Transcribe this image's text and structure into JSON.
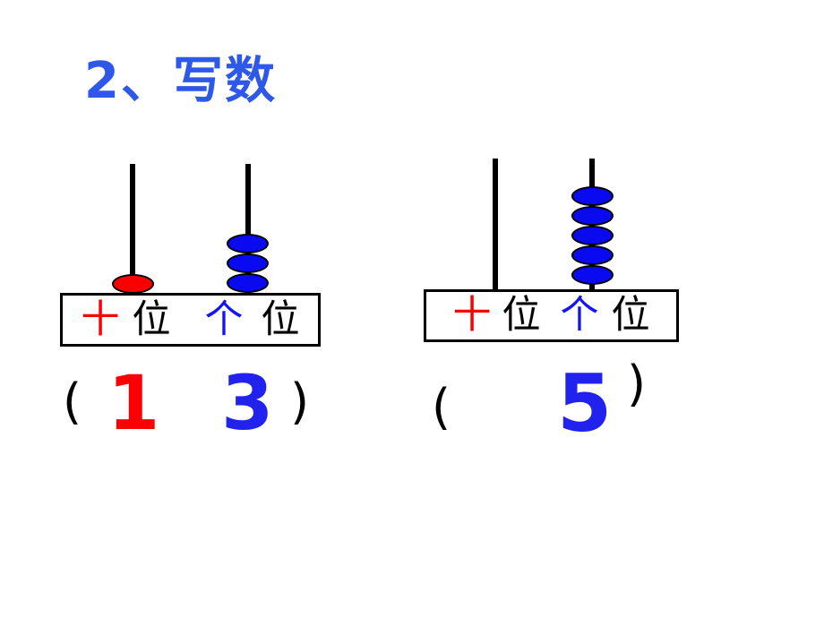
{
  "title": "2、写数",
  "colors": {
    "title_blue": "#2e59e8",
    "red": "#fb0000",
    "digit_blue": "#2222ee",
    "label_blue": "#1515f2",
    "bead_blue": "#0a0af0",
    "bead_red": "#fb0000",
    "black": "#000000"
  },
  "abacuses": [
    {
      "side": "left",
      "rods": [
        {
          "place": "tens",
          "bead_count": 1,
          "bead_color": "#fb0000"
        },
        {
          "place": "ones",
          "bead_count": 3,
          "bead_color": "#0a0af0"
        }
      ],
      "place_labels": {
        "tens": "十",
        "tens_unit": "位",
        "ones": "个",
        "ones_unit": "位"
      },
      "answer": {
        "open_paren": "(",
        "tens_digit": "1",
        "ones_digit": "3",
        "close_paren": ")"
      }
    },
    {
      "side": "right",
      "rods": [
        {
          "place": "tens",
          "bead_count": 0,
          "bead_color": "#0a0af0"
        },
        {
          "place": "ones",
          "bead_count": 5,
          "bead_color": "#0a0af0"
        }
      ],
      "place_labels": {
        "tens": "十",
        "tens_unit": "位",
        "ones": "个",
        "ones_unit": "位"
      },
      "answer": {
        "open_paren": "(",
        "ones_digit": "5",
        "close_paren": ")"
      }
    }
  ]
}
